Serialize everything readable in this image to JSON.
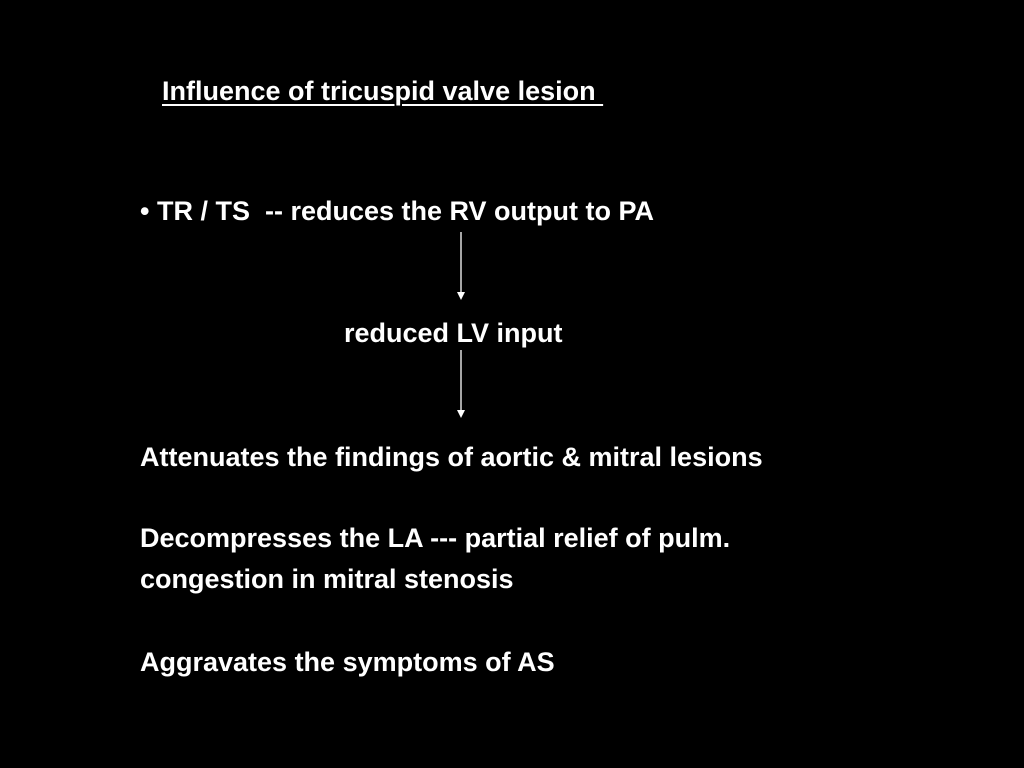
{
  "slide": {
    "title": "Influence of tricuspid valve lesion ",
    "bullet_line": "• TR / TS  -- reduces the RV output to PA",
    "reduced_lv_input": "reduced LV input",
    "attenuates": "Attenuates the findings of aortic & mitral lesions",
    "decompresses_line1": "Decompresses the LA --- partial relief of pulm.",
    "decompresses_line2": "congestion in mitral stenosis",
    "aggravates": "Aggravates the symptoms of AS"
  },
  "colors": {
    "background": "#000000",
    "text": "#ffffff",
    "arrow": "#ffffff"
  },
  "icons": [
    "down-arrow-icon",
    "down-arrow-icon"
  ]
}
